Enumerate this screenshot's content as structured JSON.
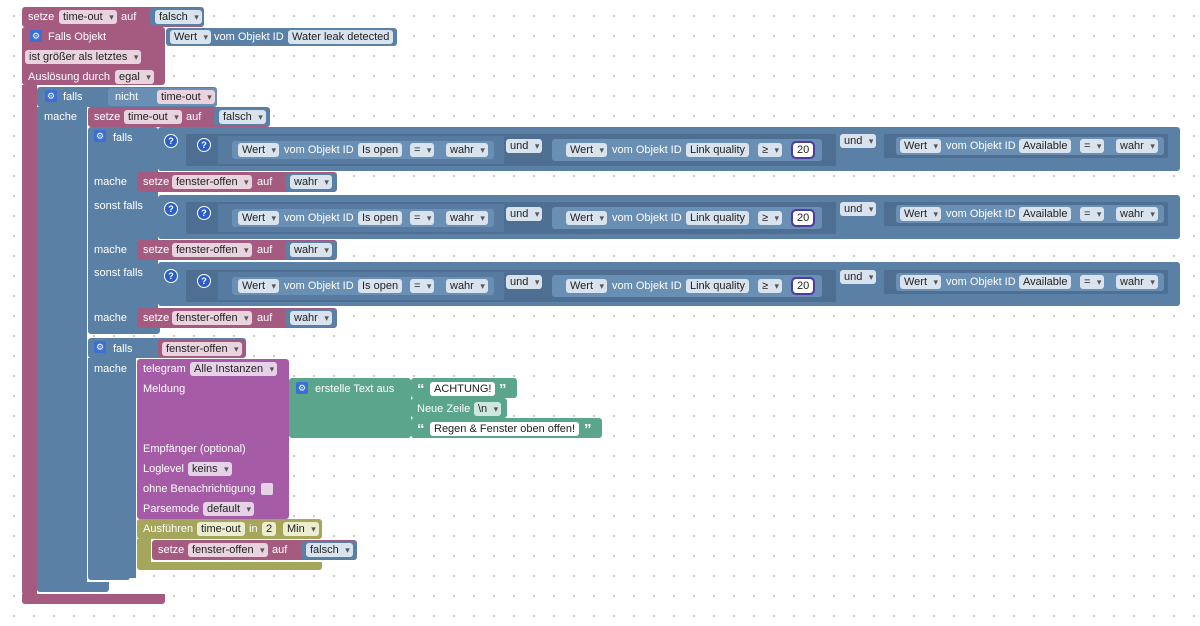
{
  "colors": {
    "variable": "#a55b80",
    "logic": "#5b80a5",
    "text": "#5ba58c",
    "telegram": "#a55ba5",
    "timer": "#a5a55b"
  },
  "icons": {
    "gear": "gear-icon",
    "help": "help-icon",
    "dropdown": "chevron-down-icon"
  },
  "top_set": {
    "kw": "setze",
    "var": "time-out",
    "kw2": "auf",
    "value": "falsch"
  },
  "trigger": {
    "title": "Falls Objekt",
    "value_field": "Wert",
    "obj_label": "vom Objekt ID",
    "obj_id": "Water leak detected",
    "condition": "ist größer als letztes",
    "trigger_label": "Auslösung durch",
    "trigger_value": "egal"
  },
  "if1": {
    "kw": "falls",
    "not_label": "nicht",
    "not_var": "time-out",
    "do": "mache"
  },
  "set2": {
    "kw": "setze",
    "var": "time-out",
    "kw2": "auf",
    "value": "falsch"
  },
  "if2": {
    "kw_if": "falls",
    "kw_elif": "sonst falls",
    "do": "mache"
  },
  "cond": {
    "value_field": "Wert",
    "obj_label": "vom Objekt ID",
    "id1": "Is open",
    "op_eq": "=",
    "val_true": "wahr",
    "and": "und",
    "id2": "Link quality",
    "op_ge": "≥",
    "num": "20",
    "id3": "Available"
  },
  "set_window": {
    "kw": "setze",
    "var": "fenster-offen",
    "kw2": "auf",
    "value": "wahr"
  },
  "if3": {
    "kw": "falls",
    "var": "fenster-offen",
    "do": "mache"
  },
  "telegram": {
    "label": "telegram",
    "instance": "Alle Instanzen",
    "msg_label": "Meldung",
    "recipient_label": "Empfänger (optional)",
    "loglevel_label": "Loglevel",
    "loglevel": "keins",
    "silent_label": "ohne Benachrichtigung",
    "parsemode_label": "Parsemode",
    "parsemode": "default"
  },
  "text_join": {
    "label": "erstelle Text aus",
    "t1": "ACHTUNG!",
    "newline_label": "Neue Zeile",
    "newline": "\\n",
    "t2": "Regen & Fenster oben offen!",
    "q_open": "“",
    "q_close": "”"
  },
  "timer": {
    "label": "Ausführen",
    "var": "time-out",
    "in": "in",
    "num": "2",
    "unit": "Min"
  },
  "set_final": {
    "kw": "setze",
    "var": "fenster-offen",
    "kw2": "auf",
    "value": "falsch"
  }
}
